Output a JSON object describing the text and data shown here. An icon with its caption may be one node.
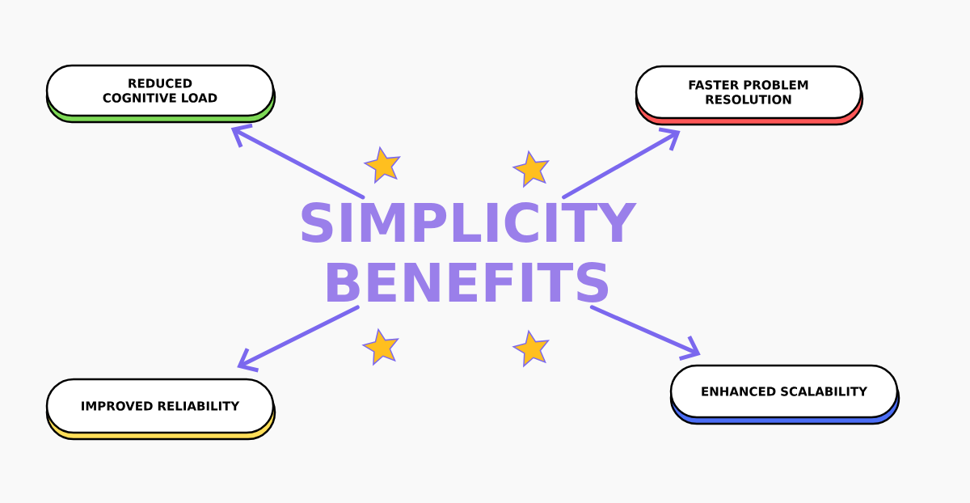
{
  "diagram": {
    "nodes": [
      {
        "text": [
          "SIMPLICITY BENEFITS"
        ]
      },
      {
        "text": [
          "REDUCED COGNITIVE LOAD"
        ]
      },
      {
        "text": [
          "FASTER PROBLEM RESOLUTION"
        ]
      },
      {
        "text": [
          "IMPROVED RELIABILITY"
        ]
      },
      {
        "text": [
          "ENHANCED SCALABILITY"
        ]
      }
    ],
    "edges": [
      {
        "from": 0,
        "to": 1,
        "arrow": "to"
      },
      {
        "from": 0,
        "to": 2,
        "arrow": "to"
      },
      {
        "from": 0,
        "to": 3,
        "arrow": "to"
      },
      {
        "from": 0,
        "to": 4,
        "arrow": "to"
      }
    ]
  }
}
